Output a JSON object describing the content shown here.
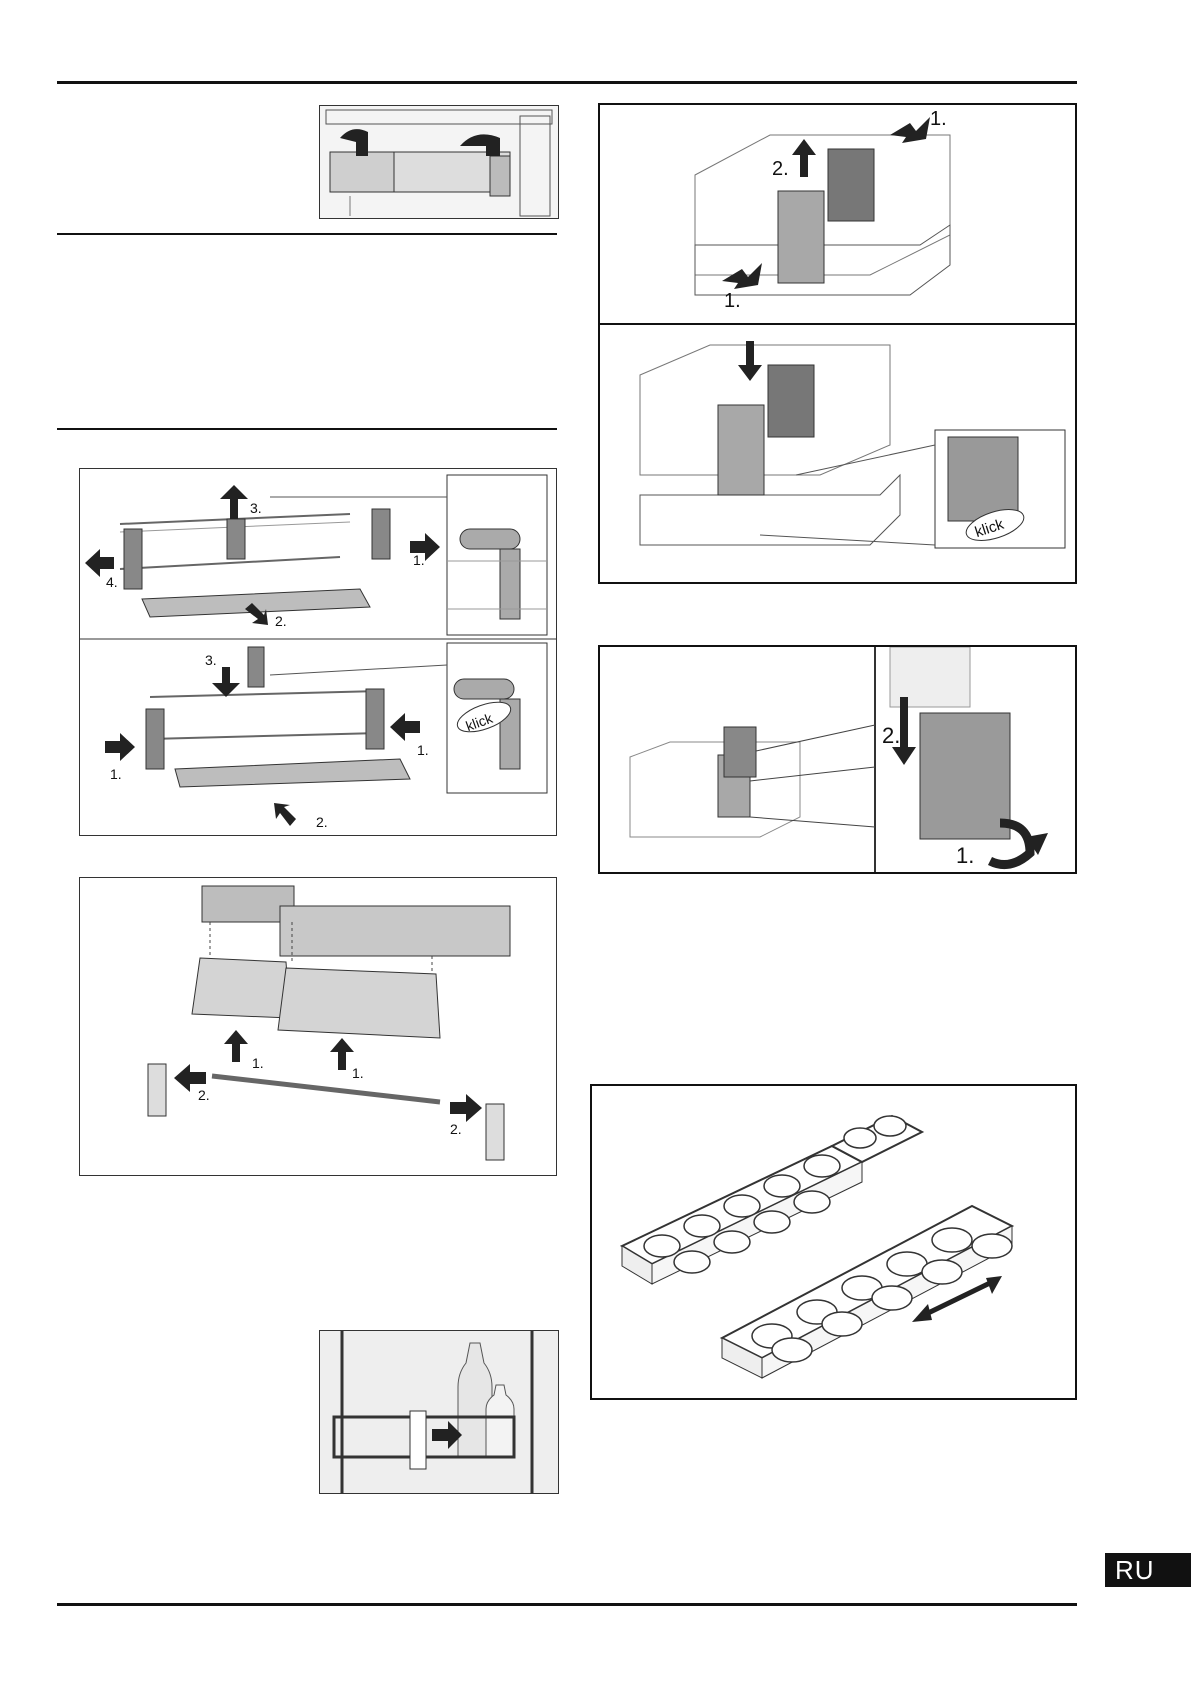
{
  "language_badge": "RU",
  "figures": {
    "rack_removal": {
      "step1": "1.",
      "step2": "2.",
      "step3": "3.",
      "step4": "4."
    },
    "rack_install": {
      "step1a": "1.",
      "step1b": "1.",
      "step2": "2.",
      "step3": "3.",
      "klick": "klick"
    },
    "door_shelf": {
      "step1a": "1.",
      "step1b": "1.",
      "step2a": "2.",
      "step2b": "2."
    },
    "drawer_divider_remove": {
      "step1a": "1.",
      "step1b": "1.",
      "step2": "2."
    },
    "drawer_divider_install": {
      "klick": "klick"
    },
    "drawer_cover_remove": {
      "step1": "1.",
      "step2": "2."
    }
  }
}
